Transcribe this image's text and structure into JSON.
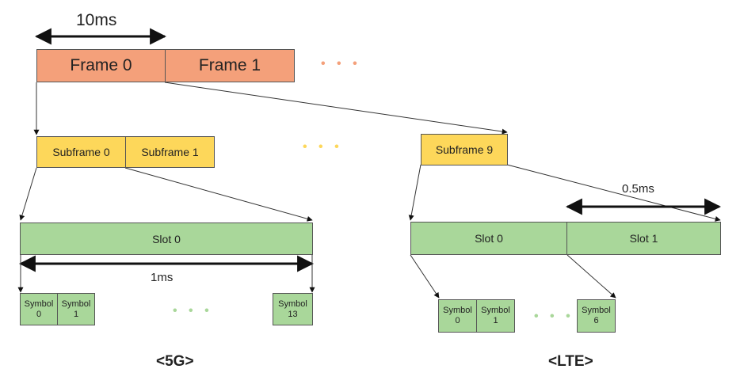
{
  "durations": {
    "frame": "10ms",
    "slot_5g": "1ms",
    "slot_lte": "0.5ms"
  },
  "frames": [
    "Frame 0",
    "Frame 1"
  ],
  "subframes_5g": [
    "Subframe 0",
    "Subframe 1"
  ],
  "subframe_lte": "Subframe 9",
  "slot_5g": "Slot 0",
  "slots_lte": [
    "Slot 0",
    "Slot 1"
  ],
  "symbols_5g": [
    {
      "name": "Symbol",
      "index": "0"
    },
    {
      "name": "Symbol",
      "index": "1"
    },
    {
      "name": "Symbol",
      "index": "13"
    }
  ],
  "symbols_lte": [
    {
      "name": "Symbol",
      "index": "0"
    },
    {
      "name": "Symbol",
      "index": "1"
    },
    {
      "name": "Symbol",
      "index": "6"
    }
  ],
  "ellipsis": "• • •",
  "labels": {
    "fiveg": "<5G>",
    "lte": "<LTE>"
  },
  "colors": {
    "frame": "#f4a07a",
    "subframe": "#fdd75a",
    "slot": "#a9d79a",
    "dots_frame": "#f4a07a",
    "dots_subframe": "#fdd75a",
    "dots_symbol": "#a9d79a"
  }
}
